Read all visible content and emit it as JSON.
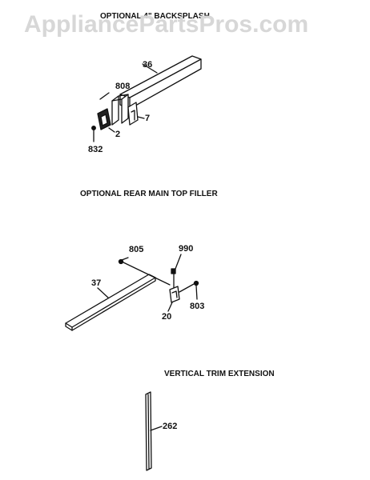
{
  "watermark": "AppliancePartsPros.com",
  "sections": {
    "backsplash": {
      "title": "OPTIONAL 4\" BACKSPLASH",
      "labels": {
        "p36": "36",
        "p808": "808",
        "p7": "7",
        "p2": "2",
        "p832": "832"
      }
    },
    "rear_filler": {
      "title": "OPTIONAL REAR MAIN TOP FILLER",
      "labels": {
        "p805": "805",
        "p990": "990",
        "p37": "37",
        "p803": "803",
        "p20": "20"
      }
    },
    "trim": {
      "title": "VERTICAL TRIM EXTENSION",
      "labels": {
        "p262": "262"
      }
    }
  },
  "colors": {
    "ink": "#111111",
    "watermark": "#d7d7d7"
  }
}
